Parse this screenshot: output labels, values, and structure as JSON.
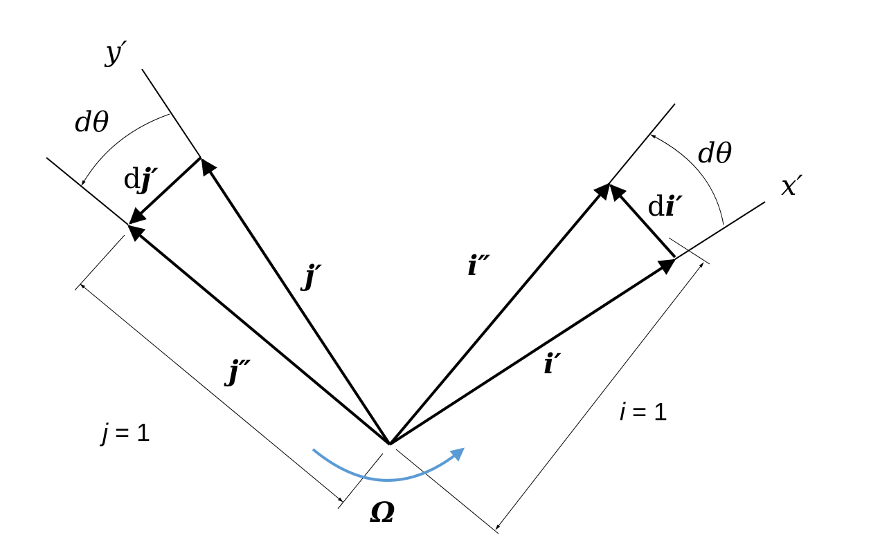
{
  "labels": {
    "y_axis": "y′",
    "x_axis": "x′",
    "dtheta_left": "dθ",
    "dtheta_right": "dθ",
    "dj_prefix": "d",
    "dj_vec": "j′",
    "di_prefix": "d",
    "di_vec": "i′",
    "j_prime": "j′",
    "j_double_prime": "j″",
    "i_prime": "i′",
    "i_double_prime": "i″",
    "j_eq": "j",
    "j_eq_rhs": " = 1",
    "i_eq": "i",
    "i_eq_rhs": " = 1",
    "omega": "Ω"
  },
  "colors": {
    "rotation_arrow": "#5b9bd5",
    "lines": "#000000"
  }
}
